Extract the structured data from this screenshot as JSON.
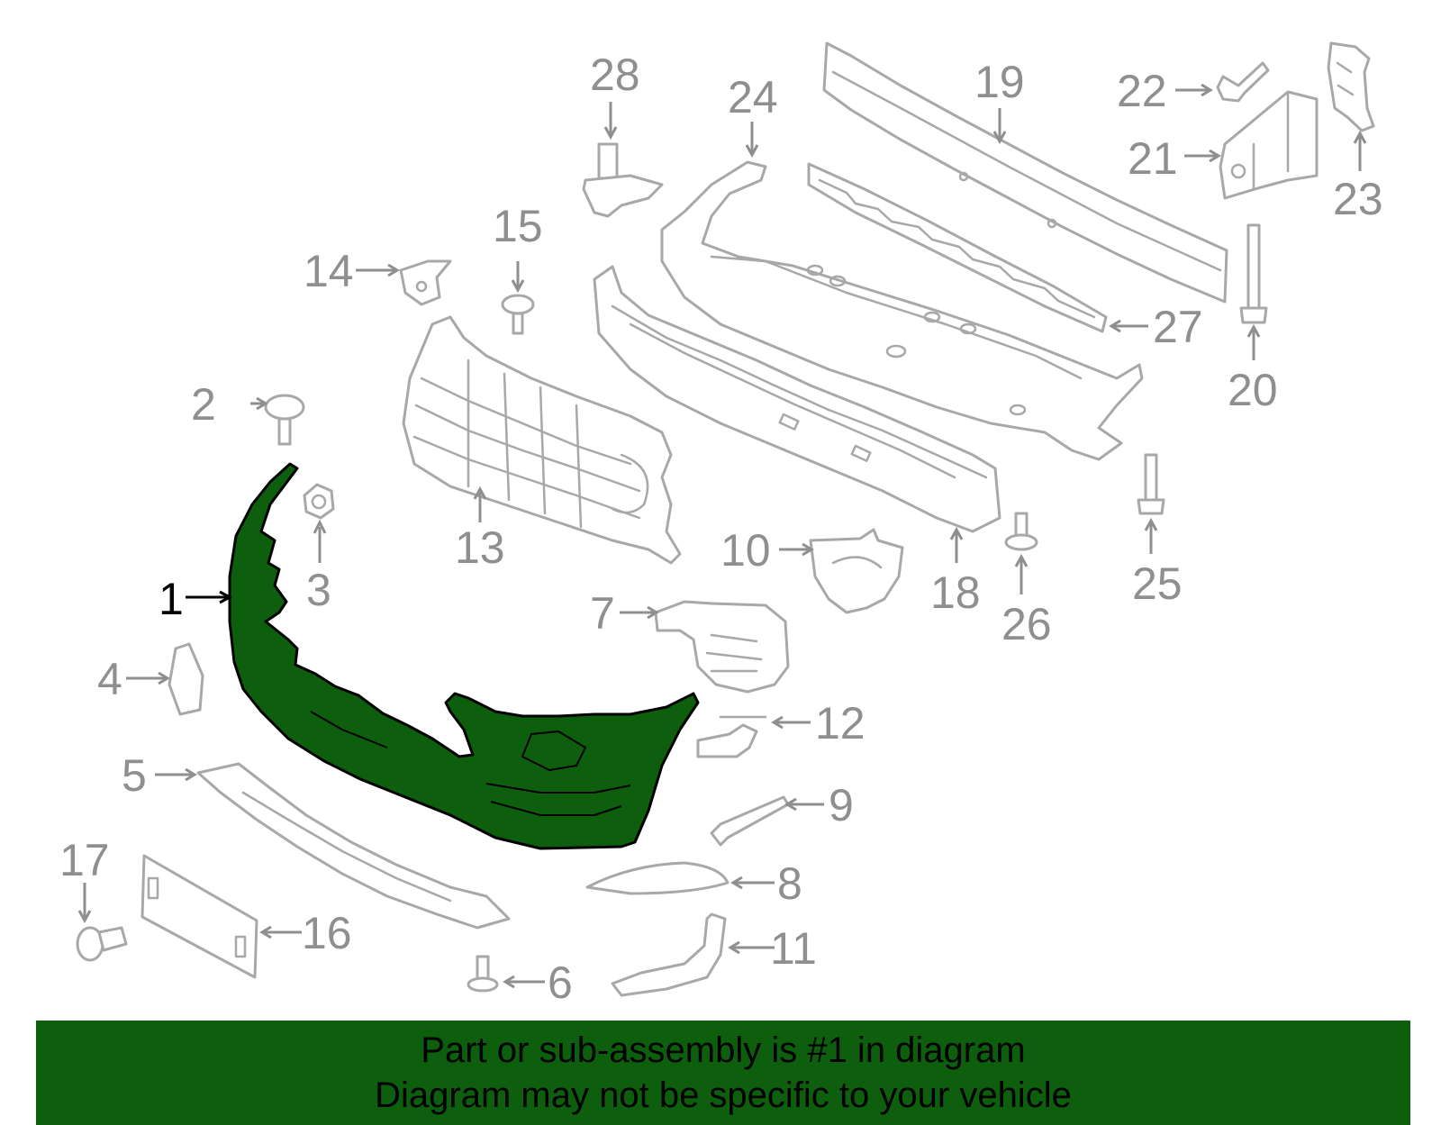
{
  "diagram": {
    "highlight_color": "#0d5e0d",
    "callouts": [
      {
        "id": "1",
        "label": "1",
        "active": true
      },
      {
        "id": "2",
        "label": "2"
      },
      {
        "id": "3",
        "label": "3"
      },
      {
        "id": "4",
        "label": "4"
      },
      {
        "id": "5",
        "label": "5"
      },
      {
        "id": "6",
        "label": "6"
      },
      {
        "id": "7",
        "label": "7"
      },
      {
        "id": "8",
        "label": "8"
      },
      {
        "id": "9",
        "label": "9"
      },
      {
        "id": "10",
        "label": "10"
      },
      {
        "id": "11",
        "label": "11"
      },
      {
        "id": "12",
        "label": "12"
      },
      {
        "id": "13",
        "label": "13"
      },
      {
        "id": "14",
        "label": "14"
      },
      {
        "id": "15",
        "label": "15"
      },
      {
        "id": "16",
        "label": "16"
      },
      {
        "id": "17",
        "label": "17"
      },
      {
        "id": "18",
        "label": "18"
      },
      {
        "id": "19",
        "label": "19"
      },
      {
        "id": "20",
        "label": "20"
      },
      {
        "id": "21",
        "label": "21"
      },
      {
        "id": "22",
        "label": "22"
      },
      {
        "id": "23",
        "label": "23"
      },
      {
        "id": "24",
        "label": "24"
      },
      {
        "id": "25",
        "label": "25"
      },
      {
        "id": "26",
        "label": "26"
      },
      {
        "id": "27",
        "label": "27"
      },
      {
        "id": "28",
        "label": "28"
      }
    ]
  },
  "banner": {
    "line1": "Part or sub-assembly is #1 in diagram",
    "line2": "Diagram may not be specific to your vehicle"
  }
}
